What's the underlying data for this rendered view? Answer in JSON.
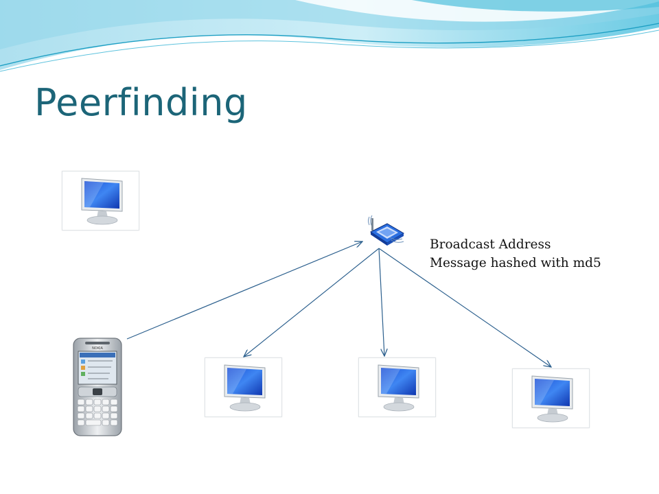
{
  "slide": {
    "title": "Peerfinding",
    "caption_lines": [
      "Broadcast Address",
      "Message hashed with md5"
    ]
  },
  "colors": {
    "title": "#1c6578",
    "arrow": "#2b5f8d",
    "wave_light": "#bfe8f3",
    "wave_mid": "#7fd3ea",
    "wave_dark": "#27a9c9"
  },
  "icons": {
    "computers": [
      "computer-icon",
      "computer-icon",
      "computer-icon",
      "computer-icon"
    ],
    "router": "wireless-router-icon",
    "phone": "smartphone-icon",
    "phone_brand": "NOKIA"
  }
}
